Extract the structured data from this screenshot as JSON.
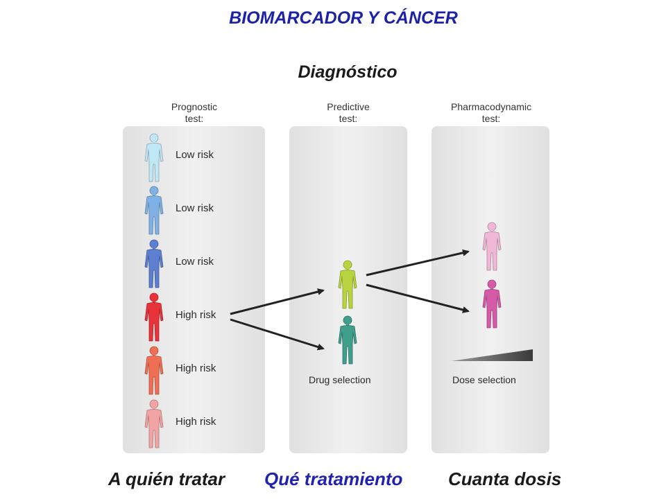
{
  "title": "BIOMARCADOR Y CÁNCER",
  "subtitle": "Diagnóstico",
  "columns": [
    {
      "header_line1": "Prognostic",
      "header_line2": "test:"
    },
    {
      "header_line1": "Predictive",
      "header_line2": "test:"
    },
    {
      "header_line1": "Pharmacodynamic",
      "header_line2": "test:"
    }
  ],
  "prognostic": {
    "figures": [
      {
        "label": "Low risk",
        "color": "#bfe7f5"
      },
      {
        "label": "Low risk",
        "color": "#7fb1e4"
      },
      {
        "label": "Low risk",
        "color": "#5c7fd0"
      },
      {
        "label": "High risk",
        "color": "#e8333b"
      },
      {
        "label": "High risk",
        "color": "#ef6f55"
      },
      {
        "label": "High risk",
        "color": "#f2a3a3"
      }
    ]
  },
  "predictive": {
    "figures": [
      {
        "color": "#b7d53e"
      },
      {
        "color": "#3f9f8a"
      }
    ],
    "label": "Drug selection"
  },
  "pharmacodynamic": {
    "figures": [
      {
        "color": "#f0b8d6"
      },
      {
        "color": "#d55ba8"
      }
    ],
    "label": "Dose selection"
  },
  "bottom": {
    "who": "A quién tratar",
    "what": "Qué tratamiento",
    "how_much": "Cuanta dosis",
    "who_color": "#1a1a1a",
    "what_color": "#2222b0",
    "how_much_color": "#1a1a1a"
  }
}
